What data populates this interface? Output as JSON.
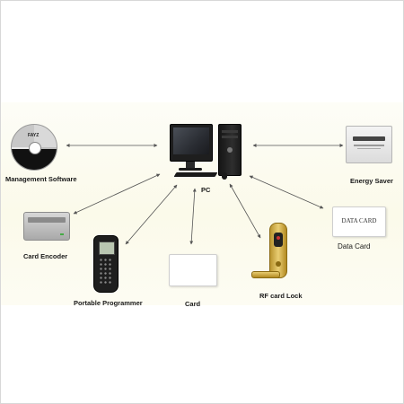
{
  "nodes": {
    "management_software": {
      "label": "Management Software",
      "brand": "FAYZ",
      "icon": "cd-disc-icon"
    },
    "pc": {
      "label": "PC",
      "icon": "desktop-computer-icon"
    },
    "energy_saver": {
      "label": "Energy Saver",
      "icon": "energy-saver-icon"
    },
    "card_encoder": {
      "label": "Card Encoder",
      "icon": "card-encoder-icon"
    },
    "portable_programmer": {
      "label": "Portable Programmer",
      "icon": "handheld-programmer-icon"
    },
    "card": {
      "label": "Card",
      "icon": "blank-card-icon"
    },
    "rf_card_lock": {
      "label": "RF card Lock",
      "icon": "door-lock-icon"
    },
    "data_card": {
      "label": "Data Card",
      "card_text": "DATA CARD",
      "icon": "data-card-icon"
    }
  },
  "connections": [
    {
      "from": "management_software",
      "to": "pc",
      "arrow": "both"
    },
    {
      "from": "energy_saver",
      "to": "pc",
      "arrow": "both"
    },
    {
      "from": "card_encoder",
      "to": "pc",
      "arrow": "both"
    },
    {
      "from": "portable_programmer",
      "to": "pc",
      "arrow": "both"
    },
    {
      "from": "card",
      "to": "pc",
      "arrow": "both"
    },
    {
      "from": "rf_card_lock",
      "to": "pc",
      "arrow": "both"
    },
    {
      "from": "data_card",
      "to": "pc",
      "arrow": "both"
    }
  ],
  "colors": {
    "background_band": "#fbfaea",
    "line": "#555555"
  }
}
